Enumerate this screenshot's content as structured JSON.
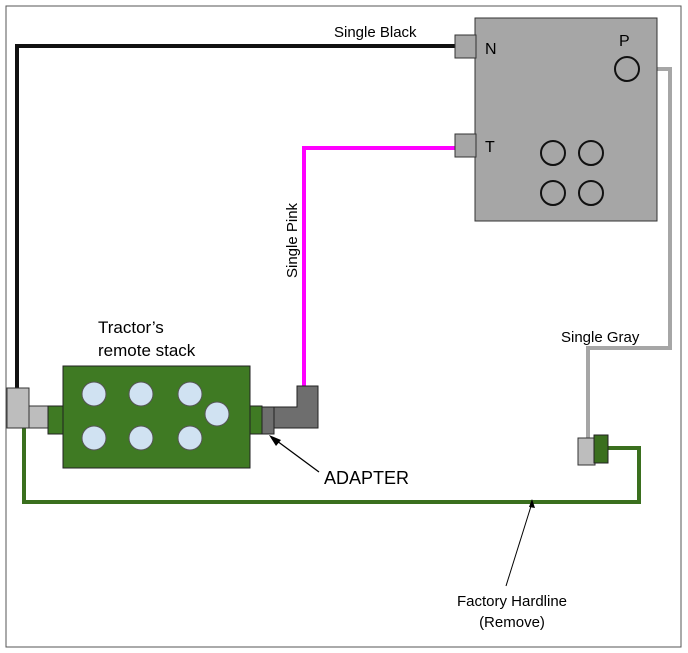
{
  "valve": {
    "port_n": "N",
    "port_t": "T",
    "port_p": "P"
  },
  "hoses": {
    "black": "Single Black",
    "pink": "Single Pink",
    "gray": "Single Gray"
  },
  "stack": {
    "label_line1": "Tractor’s",
    "label_line2": "remote stack"
  },
  "adapter": "ADAPTER",
  "hardline": {
    "line1": "Factory Hardline",
    "line2": "(Remove)"
  },
  "colors": {
    "black_hose": "#111111",
    "pink_hose": "#ff00ff",
    "gray_hose": "#a6a6a6",
    "hardline": "#3a6f1e",
    "stack": "#3f7a23",
    "valve": "#a6a6a6",
    "coupler": "#d0e2f2"
  }
}
